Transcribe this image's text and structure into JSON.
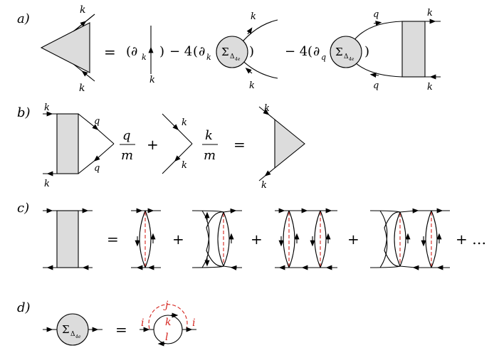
{
  "labels": {
    "panel_a": "a)",
    "panel_b": "b)",
    "panel_c": "c)",
    "panel_d": "d)"
  },
  "symbols": {
    "k": "k",
    "q": "q",
    "m": "m",
    "i": "i",
    "j": "j",
    "l": "l",
    "equals": "=",
    "plus": "+",
    "minus4": "− 4",
    "ellipsis": "+ …",
    "partial_k": "(∂",
    "partial_sub_k": "k",
    "partial_sub_q": "q",
    "open_paren": "(",
    "close_paren": ")",
    "sigma": "Σ",
    "sigma_sub": "Δ",
    "sigma_subsub": "4e"
  }
}
